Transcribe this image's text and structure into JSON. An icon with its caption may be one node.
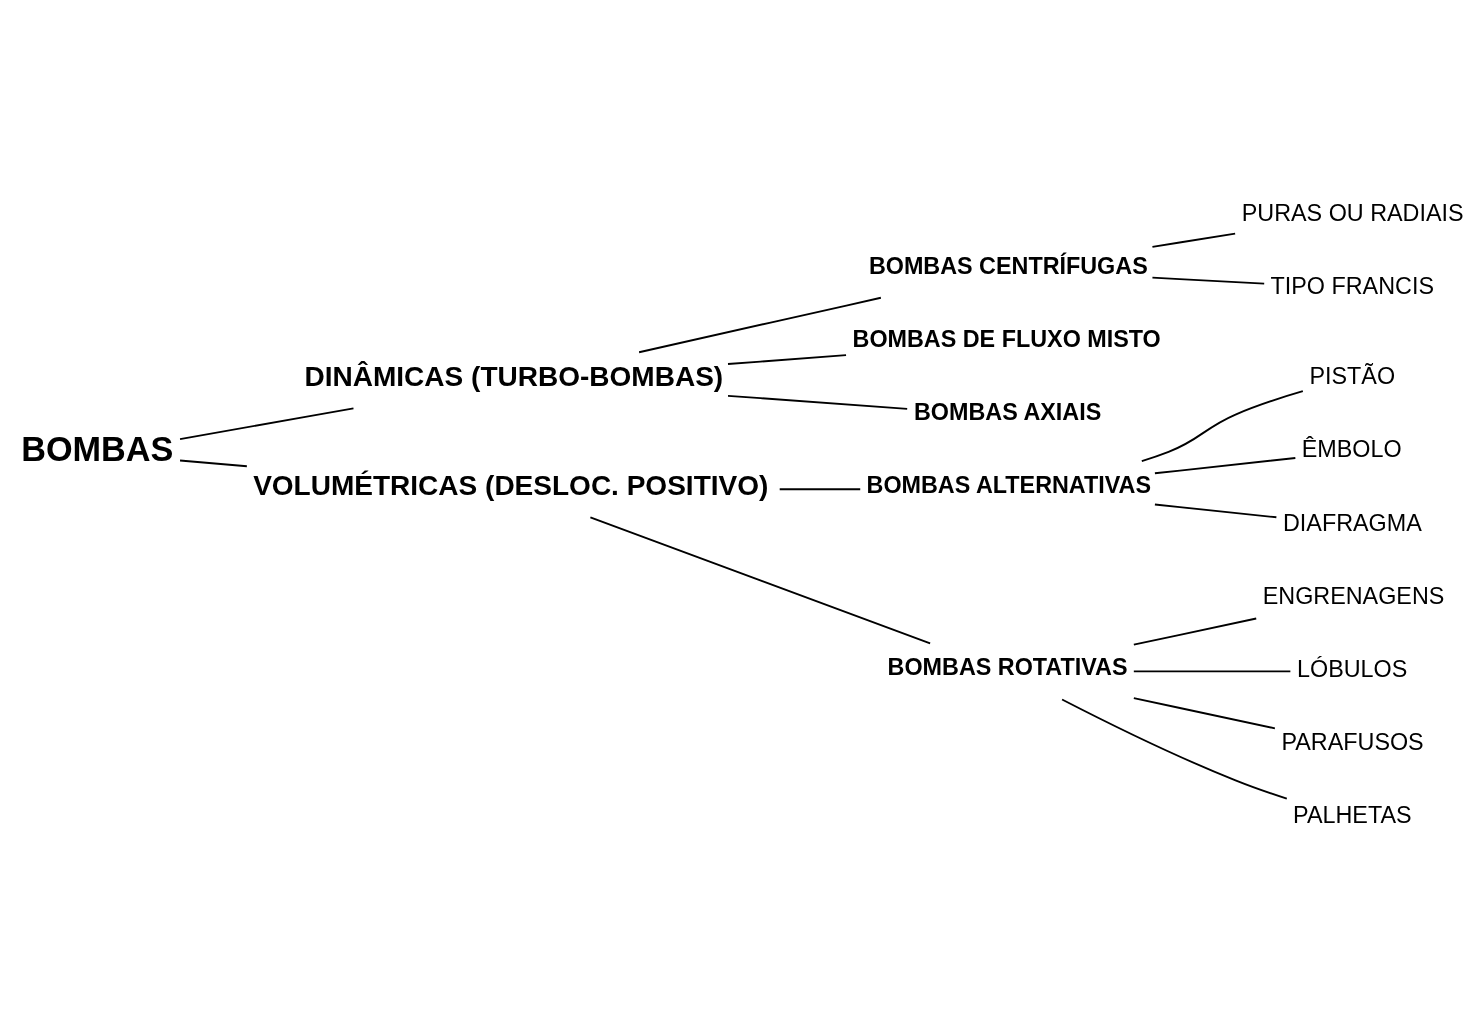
{
  "diagram": {
    "nodes": [
      {
        "text": [
          "BOMBAS"
        ]
      },
      {
        "text": [
          "DINÂMICAS (TURBO-BOMBAS)"
        ]
      },
      {
        "text": [
          "BOMBAS CENTRÍFUGAS"
        ]
      },
      {
        "text": [
          "PURAS OU RADIAIS"
        ]
      },
      {
        "text": [
          "TIPO FRANCIS"
        ]
      },
      {
        "text": [
          "BOMBAS DE FLUXO MISTO"
        ]
      },
      {
        "text": [
          "BOMBAS AXIAIS"
        ]
      },
      {
        "text": [
          "VOLUMÉTRICAS (DESLOC. POSITIVO)"
        ]
      },
      {
        "text": [
          "BOMBAS ALTERNATIVAS"
        ]
      },
      {
        "text": [
          "PISTÃO"
        ]
      },
      {
        "text": [
          "ÊMBOLO"
        ]
      },
      {
        "text": [
          "DIAFRAGMA"
        ]
      },
      {
        "text": [
          "BOMBAS ROTATIVAS"
        ]
      },
      {
        "text": [
          "ENGRENAGENS"
        ]
      },
      {
        "text": [
          "LÓBULOS"
        ]
      },
      {
        "text": [
          "PARAFUSOS"
        ]
      },
      {
        "text": [
          "PALHETAS"
        ]
      }
    ],
    "edges": [
      {
        "from": 0,
        "to": 1,
        "arrow": "none"
      },
      {
        "from": 0,
        "to": 7,
        "arrow": "none"
      },
      {
        "from": 1,
        "to": 2,
        "arrow": "none"
      },
      {
        "from": 1,
        "to": 5,
        "arrow": "none"
      },
      {
        "from": 1,
        "to": 6,
        "arrow": "none"
      },
      {
        "from": 2,
        "to": 3,
        "arrow": "none"
      },
      {
        "from": 2,
        "to": 4,
        "arrow": "none"
      },
      {
        "from": 7,
        "to": 8,
        "arrow": "none"
      },
      {
        "from": 7,
        "to": 12,
        "arrow": "none"
      },
      {
        "from": 8,
        "to": 9,
        "arrow": "none"
      },
      {
        "from": 8,
        "to": 10,
        "arrow": "none"
      },
      {
        "from": 8,
        "to": 11,
        "arrow": "none"
      },
      {
        "from": 12,
        "to": 13,
        "arrow": "none"
      },
      {
        "from": 12,
        "to": 14,
        "arrow": "none"
      },
      {
        "from": 12,
        "to": 15,
        "arrow": "none"
      },
      {
        "from": 12,
        "to": 16,
        "arrow": "none"
      }
    ]
  }
}
